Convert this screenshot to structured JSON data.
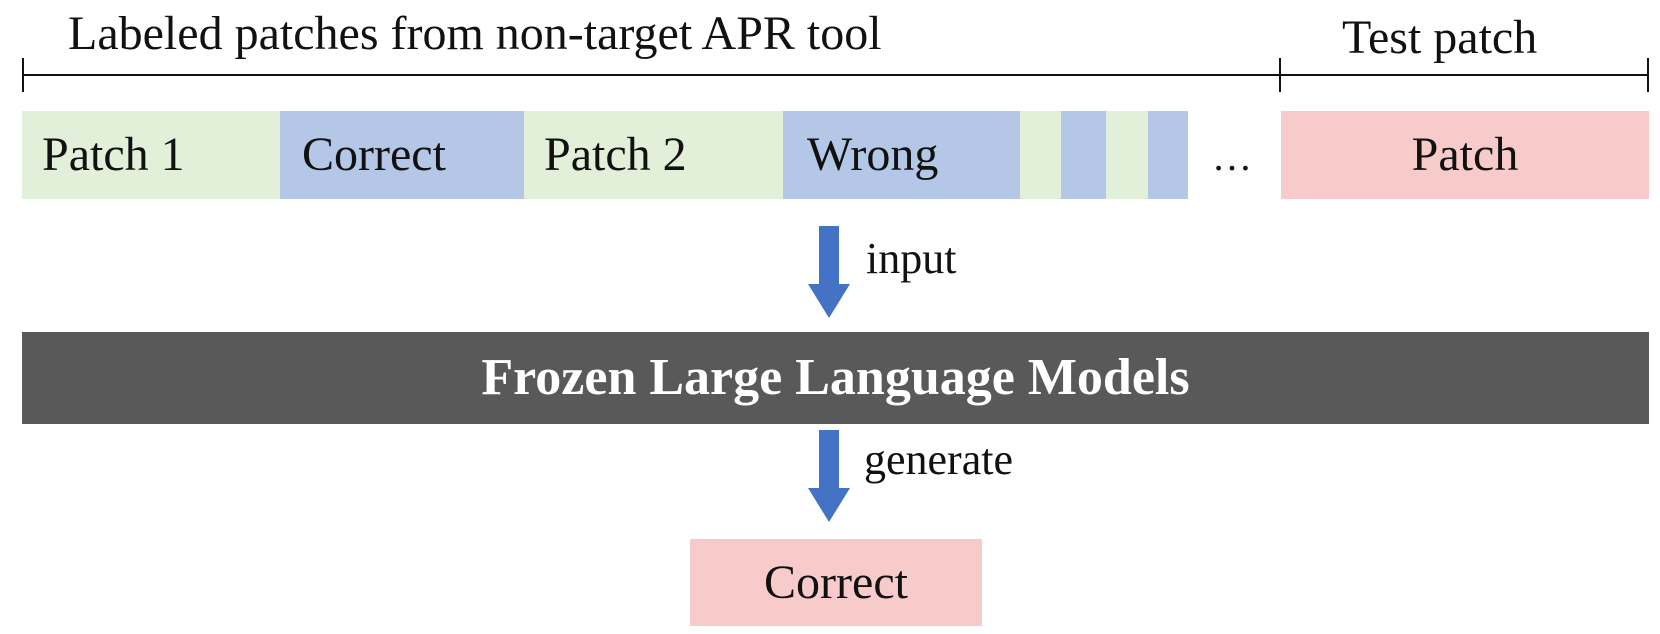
{
  "diagram": {
    "labels": {
      "train": "Labeled patches from non-target APR tool",
      "test": "Test patch"
    },
    "segments": {
      "patch1": "Patch 1",
      "correct": "Correct",
      "patch2": "Patch 2",
      "wrong": "Wrong",
      "ellipsis": "…",
      "test_patch": "Patch"
    },
    "flow": {
      "input_label": "input",
      "model_title": "Frozen Large Language Models",
      "generate_label": "generate",
      "output": "Correct"
    },
    "colors": {
      "patch_fill": "#e2efd9",
      "label_fill": "#b4c7e7",
      "test_fill": "#f8cbcb",
      "model_fill": "#595959",
      "arrow_fill": "#4472c4"
    }
  }
}
